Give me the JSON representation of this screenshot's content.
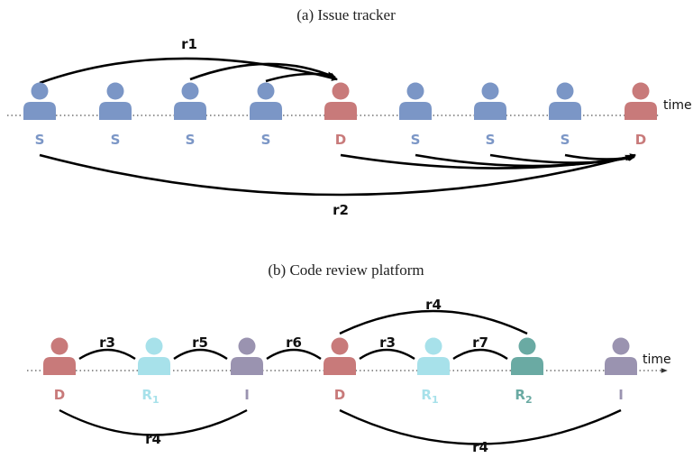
{
  "panel_a": {
    "caption": "(a) Issue tracker",
    "axis_label": "time",
    "people": [
      {
        "label": "S",
        "role": "S"
      },
      {
        "label": "S",
        "role": "S"
      },
      {
        "label": "S",
        "role": "S"
      },
      {
        "label": "S",
        "role": "S"
      },
      {
        "label": "D",
        "role": "D"
      },
      {
        "label": "S",
        "role": "S"
      },
      {
        "label": "S",
        "role": "S"
      },
      {
        "label": "S",
        "role": "S"
      },
      {
        "label": "D",
        "role": "D"
      }
    ],
    "relations": [
      {
        "label": "r1",
        "from": 0,
        "to": 4
      },
      {
        "label": "",
        "from": 2,
        "to": 4
      },
      {
        "label": "",
        "from": 3,
        "to": 4
      },
      {
        "label": "r2",
        "from": 0,
        "to": 8
      },
      {
        "label": "",
        "from": 4,
        "to": 8
      },
      {
        "label": "",
        "from": 5,
        "to": 8
      },
      {
        "label": "",
        "from": 6,
        "to": 8
      },
      {
        "label": "",
        "from": 7,
        "to": 8
      }
    ]
  },
  "panel_b": {
    "caption": "(b) Code review platform",
    "axis_label": "time",
    "people": [
      {
        "label": "D",
        "sub": "",
        "role": "D"
      },
      {
        "label": "R",
        "sub": "1",
        "role": "R1"
      },
      {
        "label": "I",
        "sub": "",
        "role": "I"
      },
      {
        "label": "D",
        "sub": "",
        "role": "D"
      },
      {
        "label": "R",
        "sub": "1",
        "role": "R1"
      },
      {
        "label": "R",
        "sub": "2",
        "role": "R2"
      },
      {
        "label": "I",
        "sub": "",
        "role": "I"
      }
    ],
    "relations": [
      {
        "label": "r3",
        "from": 0,
        "to": 1
      },
      {
        "label": "r5",
        "from": 1,
        "to": 2
      },
      {
        "label": "r6",
        "from": 2,
        "to": 3
      },
      {
        "label": "r3",
        "from": 3,
        "to": 4
      },
      {
        "label": "r7",
        "from": 4,
        "to": 5
      },
      {
        "label": "r4",
        "from": 3,
        "to": 5
      },
      {
        "label": "r4",
        "from": 0,
        "to": 2
      },
      {
        "label": "r4",
        "from": 3,
        "to": 6
      }
    ]
  },
  "colors": {
    "S": "#7b96c6",
    "D": "#c87a7a",
    "R1": "#a7e1ea",
    "R2": "#6aaaa3",
    "I": "#9a93b0",
    "arc": "#000000",
    "axis": "#555555"
  }
}
